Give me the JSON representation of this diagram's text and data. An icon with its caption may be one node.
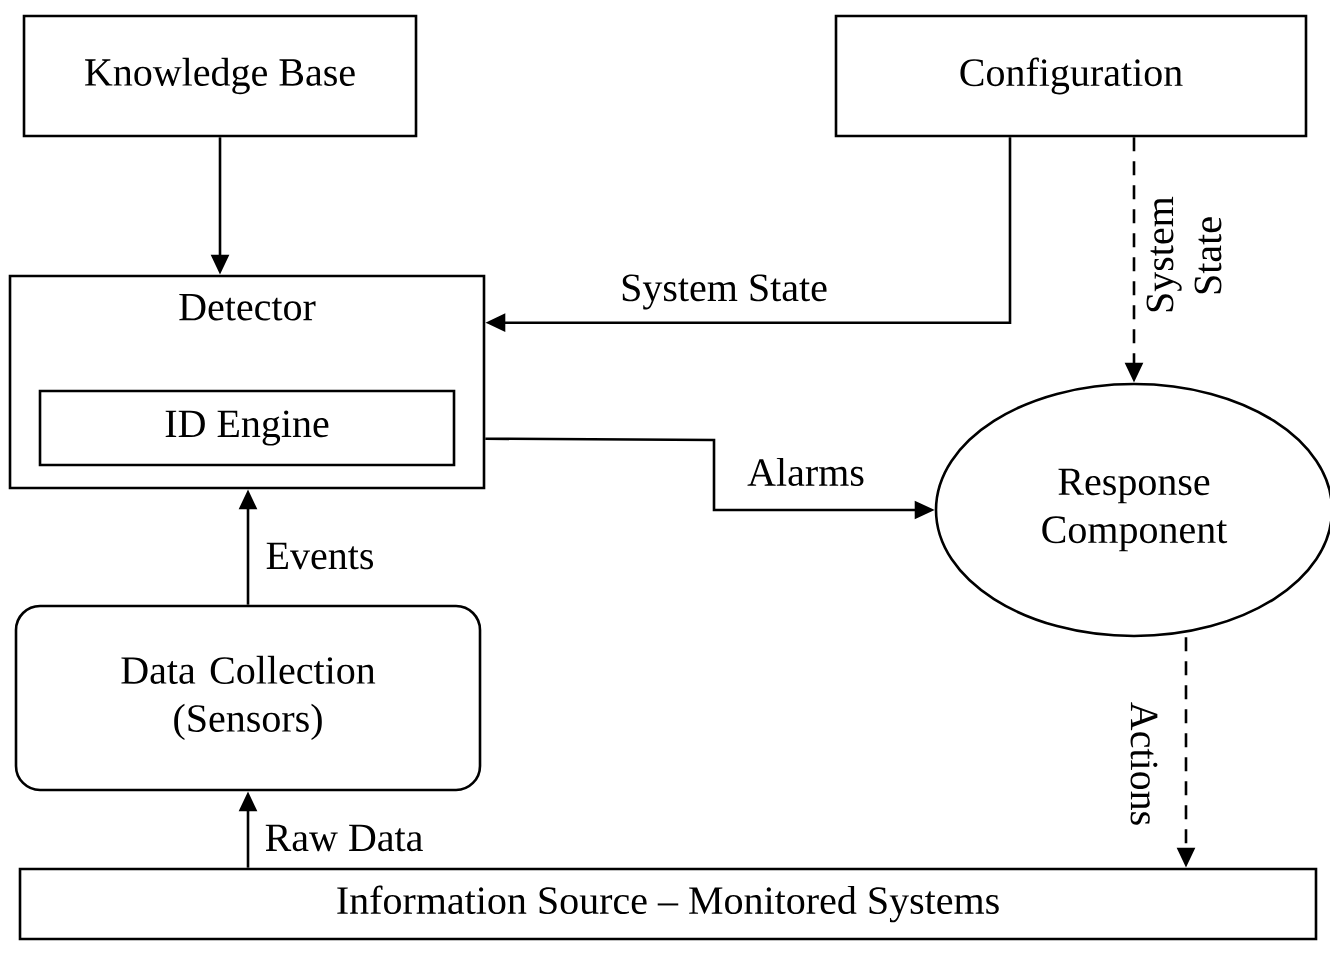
{
  "diagram": {
    "nodes": [
      {
        "text": [
          "Knowledge Base"
        ]
      },
      {
        "text": [
          "Configuration"
        ]
      },
      {
        "text": [
          "Detector"
        ]
      },
      {
        "text": [
          "ID Engine"
        ],
        "in": 2
      },
      {
        "text": [
          "Response Component"
        ]
      },
      {
        "text": [
          "Data Collection (Sensors)"
        ]
      },
      {
        "text": [
          "Information Source – Monitored Systems"
        ]
      }
    ],
    "edges": [
      {
        "from": 0,
        "to": 2,
        "arrow": "to"
      },
      {
        "from": 1,
        "to": 2,
        "arrow": "to",
        "label": "System State"
      },
      {
        "from": 1,
        "to": 4,
        "arrow": "to",
        "label": "System State",
        "style": "dashed"
      },
      {
        "from": 2,
        "to": 4,
        "arrow": "to",
        "label": "Alarms"
      },
      {
        "from": 5,
        "to": 2,
        "arrow": "to",
        "label": "Events"
      },
      {
        "from": 6,
        "to": 5,
        "arrow": "to",
        "label": "Raw Data"
      },
      {
        "from": 4,
        "to": 6,
        "arrow": "to",
        "label": "Actions",
        "style": "dashed"
      }
    ]
  }
}
